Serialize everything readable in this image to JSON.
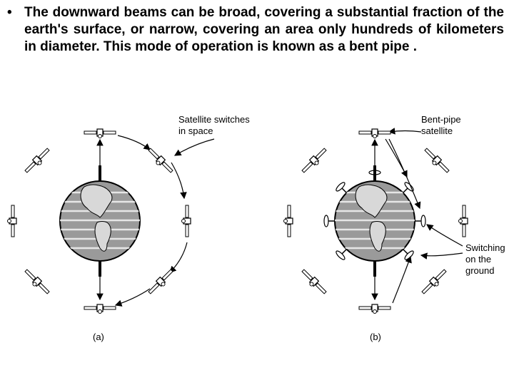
{
  "slide": {
    "bullet_symbol": "•",
    "bullet_text": "The downward beams can be broad, covering a substantial fraction of the earth's surface, or narrow, covering an area only hundreds of kilometers in diameter. This mode of operation is known as a bent pipe ."
  },
  "figure": {
    "panel_a": {
      "label_line1": "Satellite switches",
      "label_line2": "in space",
      "caption": "(a)"
    },
    "panel_b": {
      "label_top_line1": "Bent-pipe",
      "label_top_line2": "satellite",
      "label_right_line1": "Switching",
      "label_right_line2": "on the",
      "label_right_line3": "ground",
      "caption": "(b)"
    }
  }
}
